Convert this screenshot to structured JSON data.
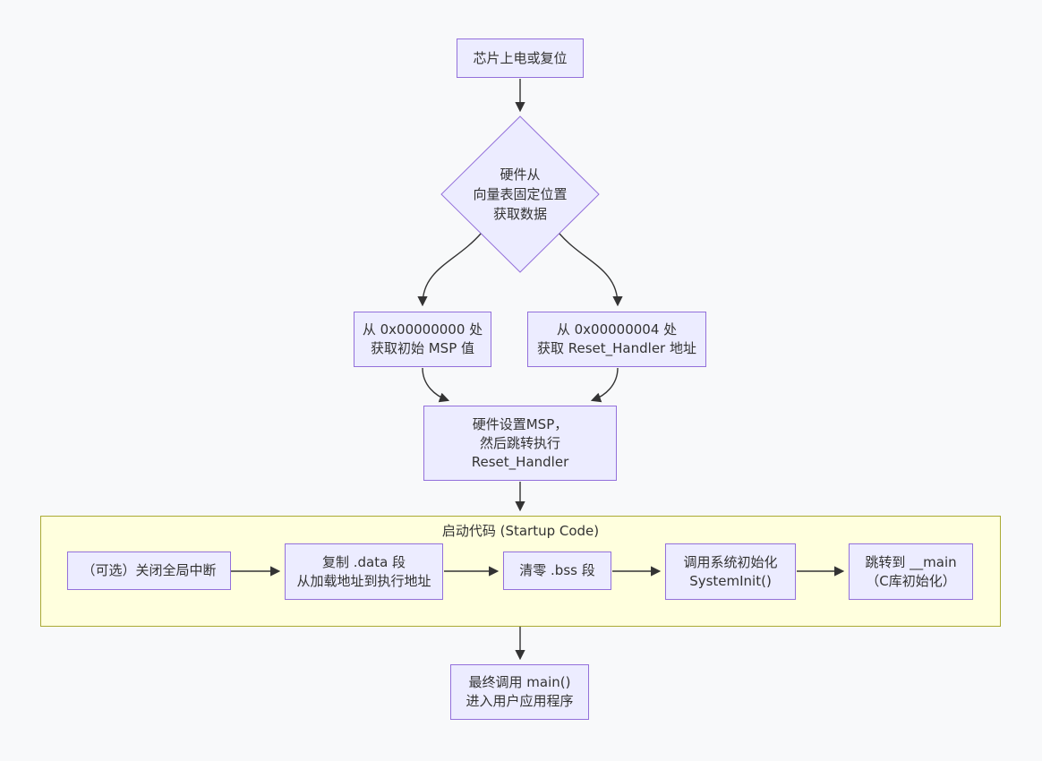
{
  "diagram": {
    "type": "flowchart",
    "direction": "top-down",
    "colors": {
      "background": "#f8f9fa",
      "node_fill": "#ECECFF",
      "node_border": "#9370DB",
      "subgraph_fill": "#ffffde",
      "subgraph_border": "#aaaa33",
      "edge": "#333333",
      "text": "#333333"
    }
  },
  "subgraph": {
    "label": "启动代码 (Startup Code)"
  },
  "nodes": {
    "power_on": {
      "shape": "rect",
      "lines": [
        "芯片上电或复位"
      ]
    },
    "vector_fetch": {
      "shape": "diamond",
      "lines": [
        "硬件从",
        "向量表固定位置",
        "获取数据"
      ]
    },
    "msp_init": {
      "shape": "rect",
      "lines": [
        "从 0x00000000 处",
        "获取初始 MSP 值"
      ]
    },
    "reset_handler_addr": {
      "shape": "rect",
      "lines": [
        "从 0x00000004 处",
        "获取 Reset_Handler 地址"
      ]
    },
    "set_msp_jump": {
      "shape": "rect",
      "lines": [
        "硬件设置MSP，",
        "然后跳转执行",
        "Reset_Handler"
      ]
    },
    "disable_irq": {
      "shape": "rect",
      "lines": [
        "（可选）关闭全局中断"
      ]
    },
    "copy_data": {
      "shape": "rect",
      "lines": [
        "复制 .data 段",
        "从加载地址到执行地址"
      ]
    },
    "zero_bss": {
      "shape": "rect",
      "lines": [
        "清零 .bss 段"
      ]
    },
    "system_init": {
      "shape": "rect",
      "lines": [
        "调用系统初始化",
        "SystemInit()"
      ]
    },
    "jump_main": {
      "shape": "rect",
      "lines": [
        "跳转到 __main",
        "（C库初始化）"
      ]
    },
    "call_main": {
      "shape": "rect",
      "lines": [
        "最终调用 main()",
        "进入用户应用程序"
      ]
    }
  },
  "edges": [
    {
      "from": "power_on",
      "to": "vector_fetch"
    },
    {
      "from": "vector_fetch",
      "to": "msp_init"
    },
    {
      "from": "vector_fetch",
      "to": "reset_handler_addr"
    },
    {
      "from": "msp_init",
      "to": "set_msp_jump"
    },
    {
      "from": "reset_handler_addr",
      "to": "set_msp_jump"
    },
    {
      "from": "set_msp_jump",
      "to": "startup_code_subgraph"
    },
    {
      "from": "disable_irq",
      "to": "copy_data"
    },
    {
      "from": "copy_data",
      "to": "zero_bss"
    },
    {
      "from": "zero_bss",
      "to": "system_init"
    },
    {
      "from": "system_init",
      "to": "jump_main"
    },
    {
      "from": "startup_code_subgraph",
      "to": "call_main"
    }
  ]
}
